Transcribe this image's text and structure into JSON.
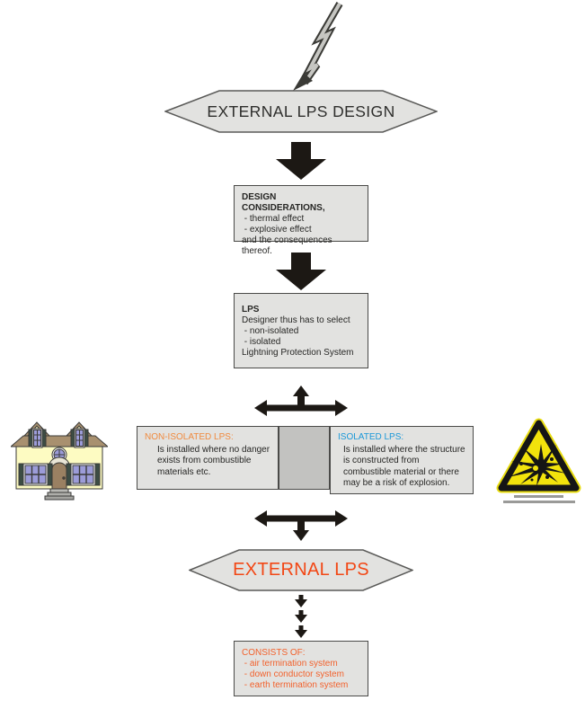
{
  "page": {
    "background": "#ffffff"
  },
  "colors": {
    "box_fill": "#E2E2E0",
    "box_border": "#4A4A48",
    "spacer_fill": "#C2C2C0",
    "arrow_black": "#1C1814",
    "orange_heading": "#F08A3E",
    "orange_list_text": "#F2612C",
    "orange_hexagon_text": "#F24715",
    "blue_heading": "#1B98D8",
    "warning_yellow": "#F2E30C",
    "house_wall": "#FDFBC2",
    "house_roof": "#A8906F",
    "house_window": "#9C9CD8"
  },
  "icons": {
    "lightning": "lightning-bolt-icon",
    "house": "house-icon",
    "explosion": "explosion-warning-icon",
    "block_down_arrow": "block-down-arrow-icon",
    "three_way_up": "double-arrow-up-branch-icon",
    "three_way_down": "double-arrow-down-branch-icon",
    "triple_chevron": "triple-chevron-down-icon"
  },
  "flow": {
    "top_hexagon": {
      "label": "EXTERNAL LPS DESIGN"
    },
    "design_considerations_box": {
      "heading": "DESIGN CONSIDERATIONS,",
      "lines": [
        " - thermal effect",
        " - explosive effect",
        "and the consequences thereof."
      ]
    },
    "lps_box": {
      "heading": "LPS",
      "lines": [
        "Designer thus has to select",
        " - non-isolated",
        " - isolated",
        "Lightning Protection System"
      ]
    },
    "non_isolated_box": {
      "heading": "NON-ISOLATED LPS:",
      "body": "Is installed where no danger exists from combustible materials etc."
    },
    "isolated_box": {
      "heading": "ISOLATED LPS:",
      "body": "Is installed where the structure is constructed from combustible material or there may be a risk of explosion."
    },
    "bottom_hexagon": {
      "label": "EXTERNAL LPS"
    },
    "consists_of_box": {
      "heading": "CONSISTS OF:",
      "items": [
        " - air termination system",
        " - down conductor system",
        " - earth termination system"
      ]
    }
  }
}
